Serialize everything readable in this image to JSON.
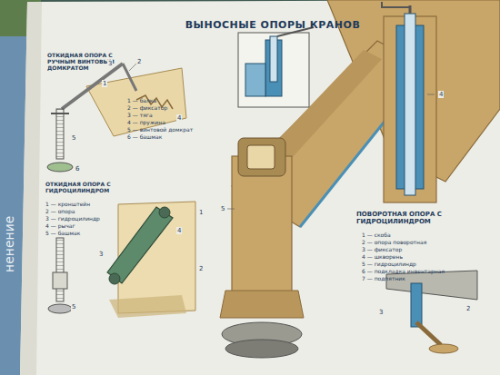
{
  "diagram": {
    "title": "ВЫНОСНЫЕ ОПОРЫ КРАНОВ",
    "labels": [
      "ОТКИДНАЯ ОПОРА С РУЧНЫМ ВИНТОВЫМ ДОМКРАТОМ",
      "1 — балка",
      "2 — фиксатор",
      "3 — тяга",
      "4 — пружина",
      "5 — винтовой домкрат",
      "6 — башмак",
      "ОТКИДНАЯ ОПОРА С ГИДРОЦИЛИНДРОМ",
      "1 — кронштейн",
      "2 — опора",
      "3 — гидроцилиндр",
      "4 — рычаг",
      "5 — башмак",
      "ПОВОРОТНАЯ ОПОРА С ГИДРОЦИЛИНДРОМ",
      "1 — скоба",
      "2 — опора поворотная",
      "3 — фиксатор",
      "4 — шкворень",
      "5 — гидроцилиндр",
      "6 — подкладка инвентарная",
      "7 — подпятник",
      "1",
      "2",
      "3",
      "4",
      "5",
      "6",
      "1",
      "2",
      "3",
      "4",
      "5",
      "4",
      "5",
      "2",
      "3",
      "ненение"
    ]
  }
}
